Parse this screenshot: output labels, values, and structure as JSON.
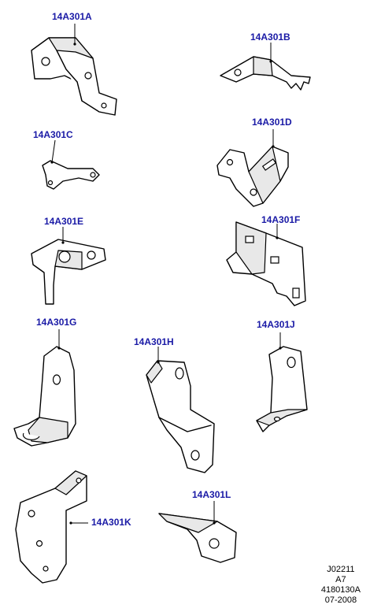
{
  "parts": [
    {
      "id": "a",
      "label": "14A301A"
    },
    {
      "id": "b",
      "label": "14A301B"
    },
    {
      "id": "c",
      "label": "14A301C"
    },
    {
      "id": "d",
      "label": "14A301D"
    },
    {
      "id": "e",
      "label": "14A301E"
    },
    {
      "id": "f",
      "label": "14A301F"
    },
    {
      "id": "g",
      "label": "14A301G"
    },
    {
      "id": "h",
      "label": "14A301H"
    },
    {
      "id": "j",
      "label": "14A301J"
    },
    {
      "id": "k",
      "label": "14A301K"
    },
    {
      "id": "l",
      "label": "14A301L"
    }
  ],
  "reference": {
    "line1": "J02211",
    "line2": "A7",
    "line3": "4180130A",
    "line4": "07-2008"
  },
  "colors": {
    "label": "#1a1aa6",
    "line": "#000000",
    "background": "#ffffff"
  }
}
